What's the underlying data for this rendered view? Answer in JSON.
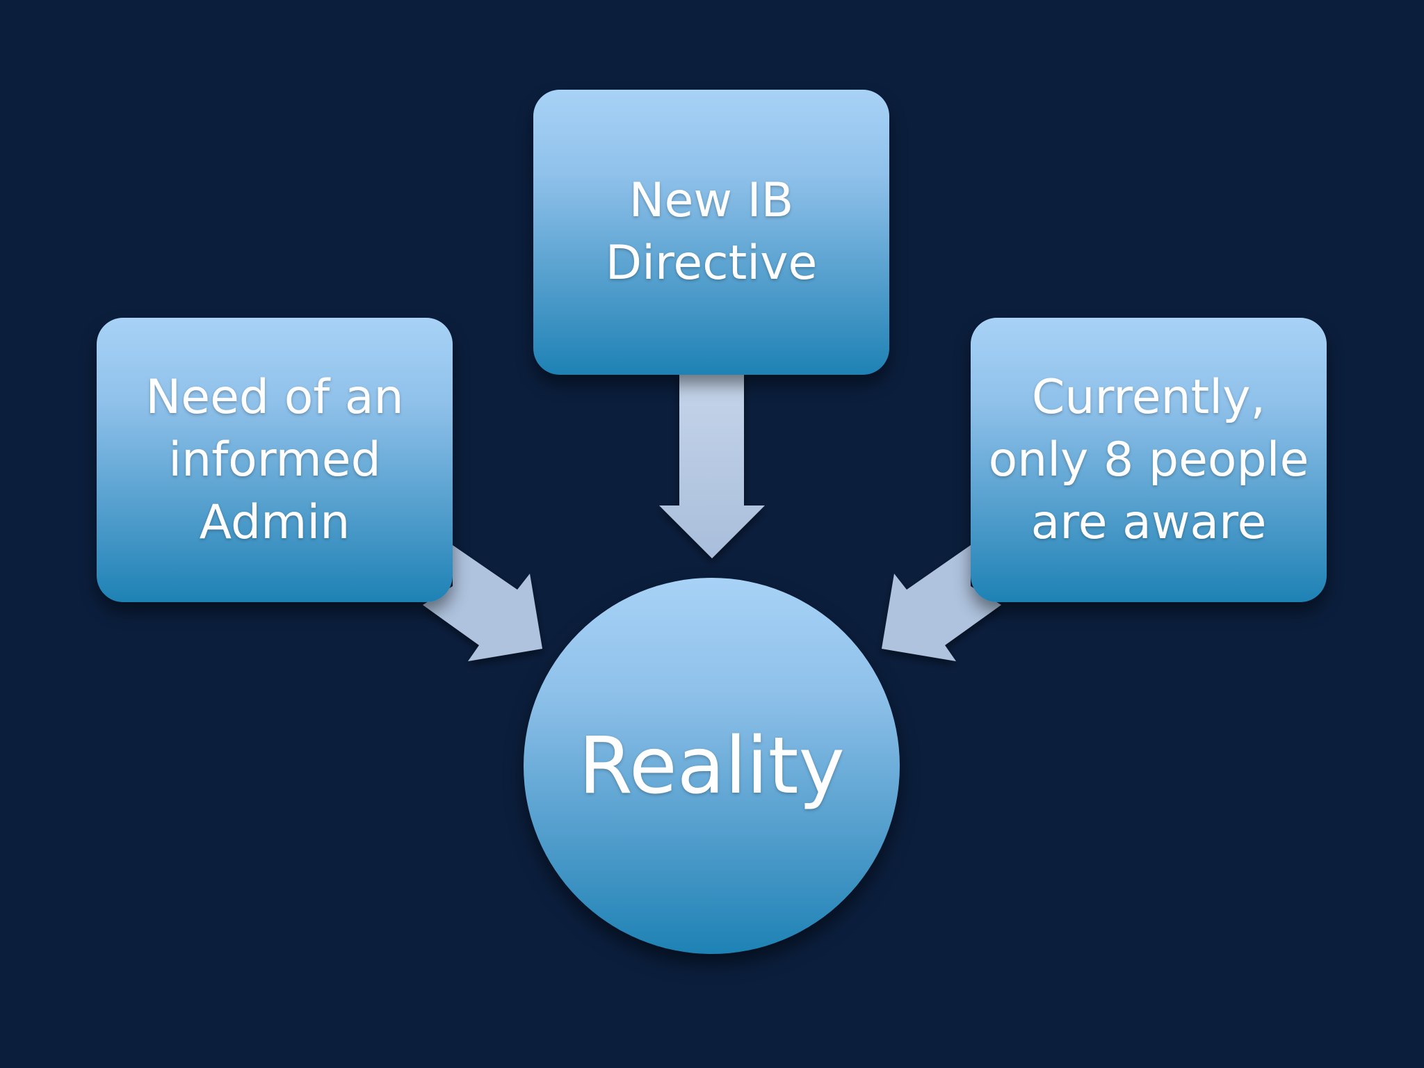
{
  "diagram": {
    "center": {
      "label": "Reality"
    },
    "inputs": [
      {
        "id": "top",
        "label": "New IB\nDirective"
      },
      {
        "id": "left",
        "label": "Need of an\ninformed\nAdmin"
      },
      {
        "id": "right",
        "label": "Currently,\nonly 8 people\nare aware"
      }
    ]
  },
  "colors": {
    "background": "#0b1e3c",
    "shape_top": "#a8d2f6",
    "shape_bottom": "#1e82b4",
    "arrow": "#b8cce4",
    "text": "#ffffff"
  }
}
